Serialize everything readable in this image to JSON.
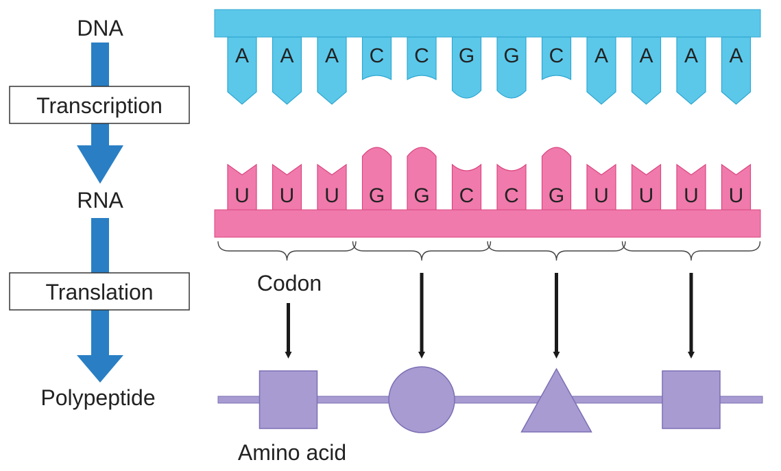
{
  "flow": {
    "dna_label": "DNA",
    "transcription_label": "Transcription",
    "rna_label": "RNA",
    "translation_label": "Translation",
    "polypeptide_label": "Polypeptide"
  },
  "dna": {
    "bases": [
      "A",
      "A",
      "A",
      "C",
      "C",
      "G",
      "G",
      "C",
      "A",
      "A",
      "A",
      "A"
    ]
  },
  "rna": {
    "bases": [
      "U",
      "U",
      "U",
      "G",
      "G",
      "C",
      "C",
      "G",
      "U",
      "U",
      "U",
      "U"
    ]
  },
  "codon_label": "Codon",
  "amino_acid_label": "Amino acid",
  "amino_acids": [
    "square",
    "circle",
    "triangle",
    "square"
  ],
  "colors": {
    "flow_arrow": "#2a7fc4",
    "dna": "#5bc8ea",
    "dna_dark": "#2fa6cf",
    "rna": "#f07aac",
    "rna_dark": "#d9457f",
    "amino": "#a79bd2",
    "amino_dark": "#7d6fb3",
    "arrow": "#1a1a1a"
  }
}
